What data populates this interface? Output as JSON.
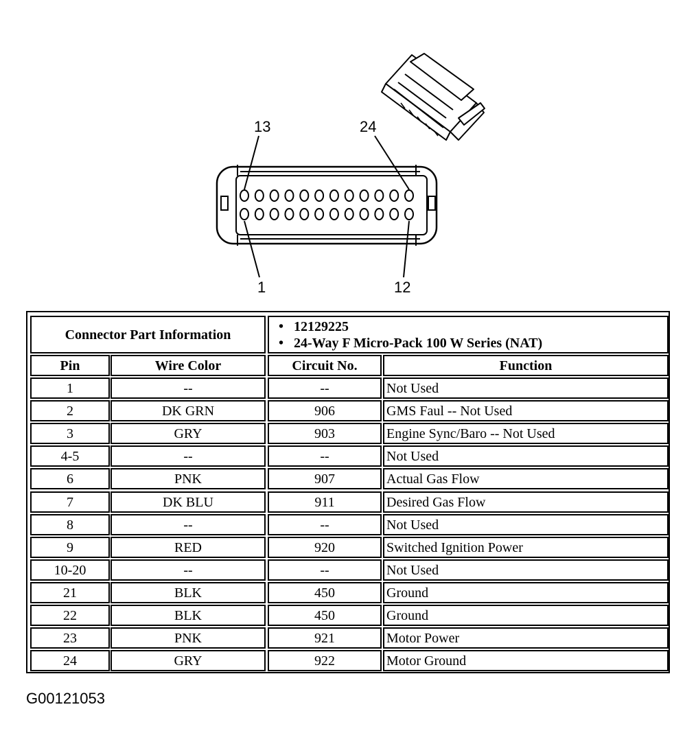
{
  "diagram": {
    "pin_labels": {
      "top_left": "13",
      "top_right": "24",
      "bottom_left": "1",
      "bottom_right": "12"
    },
    "row_pin_count": 12
  },
  "table": {
    "info_label": "Connector Part Information",
    "info_items": [
      "12129225",
      "24-Way F Micro-Pack 100 W Series (NAT)"
    ],
    "headers": {
      "pin": "Pin",
      "wire_color": "Wire Color",
      "circuit": "Circuit No.",
      "function": "Function"
    },
    "rows": [
      {
        "pin": "1",
        "wire_color": "--",
        "circuit": "--",
        "function": "Not Used"
      },
      {
        "pin": "2",
        "wire_color": "DK GRN",
        "circuit": "906",
        "function": "GMS Faul -- Not Used"
      },
      {
        "pin": "3",
        "wire_color": "GRY",
        "circuit": "903",
        "function": "Engine Sync/Baro -- Not Used"
      },
      {
        "pin": "4-5",
        "wire_color": "--",
        "circuit": "--",
        "function": "Not Used"
      },
      {
        "pin": "6",
        "wire_color": "PNK",
        "circuit": "907",
        "function": "Actual Gas Flow"
      },
      {
        "pin": "7",
        "wire_color": "DK BLU",
        "circuit": "911",
        "function": "Desired Gas Flow"
      },
      {
        "pin": "8",
        "wire_color": "--",
        "circuit": "--",
        "function": "Not Used"
      },
      {
        "pin": "9",
        "wire_color": "RED",
        "circuit": "920",
        "function": "Switched Ignition Power"
      },
      {
        "pin": "10-20",
        "wire_color": "--",
        "circuit": "--",
        "function": "Not Used"
      },
      {
        "pin": "21",
        "wire_color": "BLK",
        "circuit": "450",
        "function": "Ground"
      },
      {
        "pin": "22",
        "wire_color": "BLK",
        "circuit": "450",
        "function": "Ground"
      },
      {
        "pin": "23",
        "wire_color": "PNK",
        "circuit": "921",
        "function": "Motor Power"
      },
      {
        "pin": "24",
        "wire_color": "GRY",
        "circuit": "922",
        "function": "Motor Ground"
      }
    ]
  },
  "figure_id": "G00121053"
}
